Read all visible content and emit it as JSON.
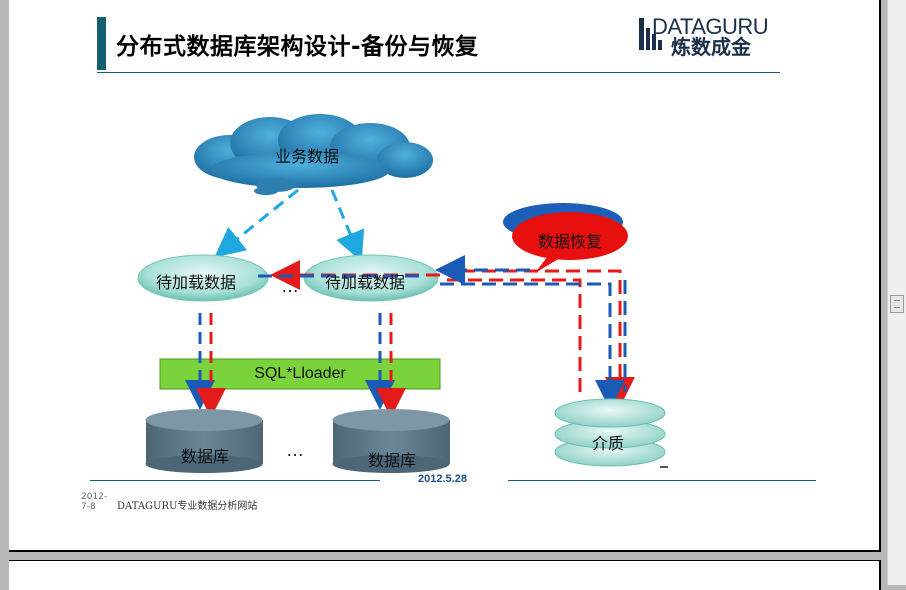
{
  "slide": {
    "title": "分布式数据库架构设计-备份与恢复",
    "logo_line1": "DATAGURU",
    "logo_line2": "炼数成金",
    "footer_date_small": "2012-7-8",
    "footer_site": "DATAGURU专业数据分析网站",
    "footer_date": "2012.5.28"
  },
  "diagram": {
    "cloud_label": "业务数据",
    "staging_left": "待加载数据",
    "staging_right": "待加载数据",
    "staging_ellipsis": "…",
    "loader_label": "SQL*Lloader",
    "db_left": "数据库",
    "db_right": "数据库",
    "db_ellipsis": "…",
    "restore_bubble": "数据恢复",
    "media_label": "介质"
  },
  "colors": {
    "title_bar": "#155f70",
    "blue_arrow": "#1a5bb5",
    "red_arrow": "#e31b1b",
    "cyan_arrow": "#1fa8e0",
    "loader_fill": "#7bd33b",
    "db_fill": "#5b7485"
  }
}
